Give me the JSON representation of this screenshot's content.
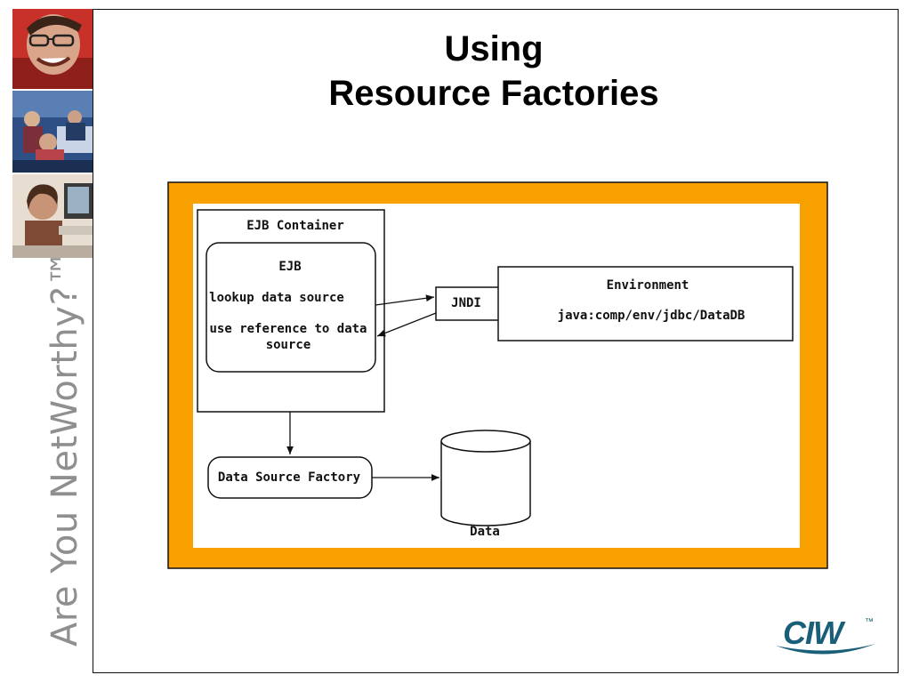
{
  "sidebar": {
    "tagline": "Are You NetWorthy?™",
    "photos": [
      "smiling-man-photo",
      "classroom-photo",
      "woman-at-computer-photo"
    ]
  },
  "slide": {
    "title_line1": "Using",
    "title_line2": "Resource Factories"
  },
  "diagram": {
    "ejb_container": "EJB Container",
    "ejb_title": "EJB",
    "lookup": "lookup data source",
    "use_ref_line1": "use reference to data",
    "use_ref_line2": "source",
    "jndi": "JNDI",
    "environment": "Environment",
    "env_path": "java:comp/env/jdbc/DataDB",
    "factory": "Data Source Factory",
    "data": "Data",
    "colors": {
      "frame": "#f7a000",
      "stroke": "#111111"
    }
  },
  "logo": {
    "text": "CIW",
    "tm": "™",
    "color": "#1a5f7a"
  }
}
